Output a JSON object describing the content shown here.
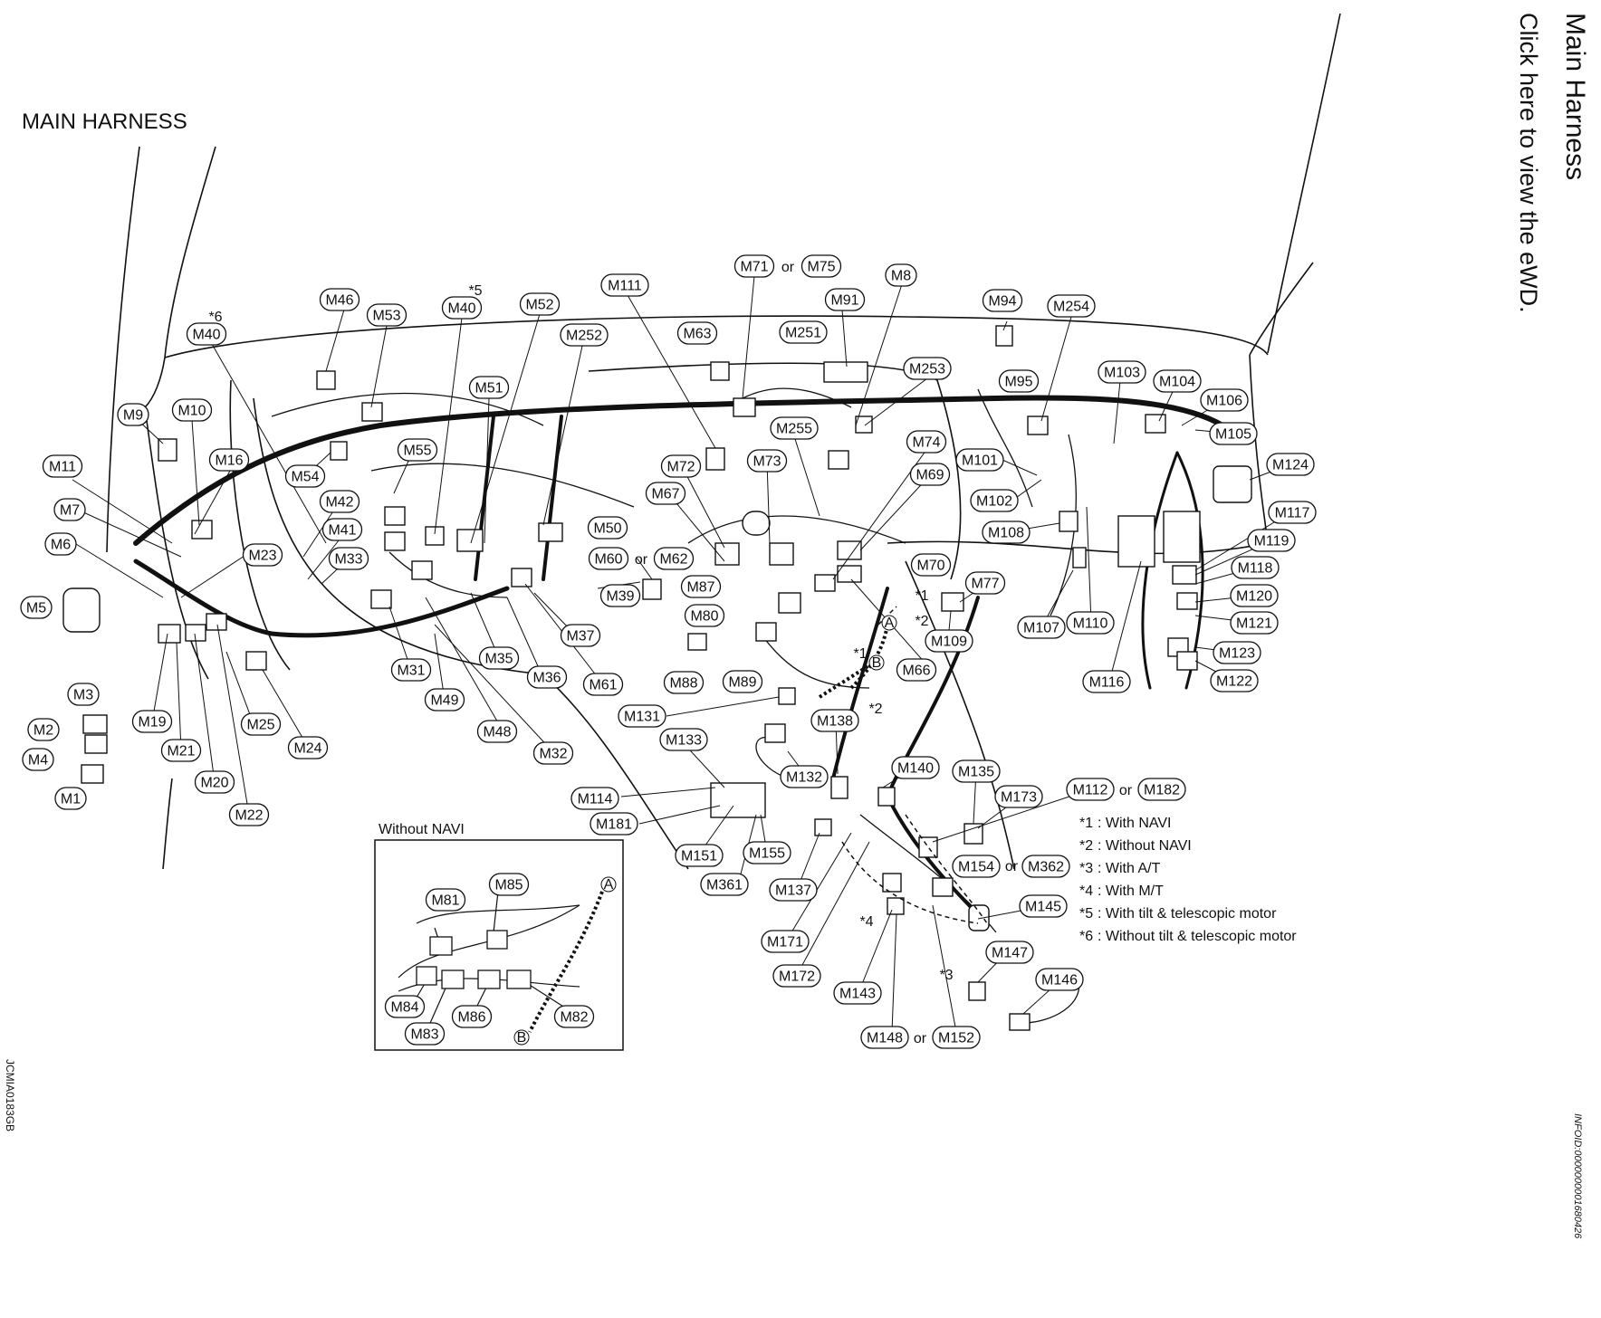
{
  "header": {
    "side_title": "Main Harness",
    "view_link": "Click here to view the eWD.",
    "diagram_title": "MAIN HARNESS",
    "inset_title": "Without NAVI",
    "info_id": "INFOID:0000000001680426",
    "figure_code": "JCMIA0183GB"
  },
  "connectors": [
    "M1",
    "M2",
    "M3",
    "M4",
    "M5",
    "M6",
    "M7",
    "M9",
    "M10",
    "M11",
    "M16",
    "M19",
    "M20",
    "M21",
    "M22",
    "M23",
    "M24",
    "M25",
    "M31",
    "M32",
    "M33",
    "M35",
    "M36",
    "M37",
    "M39",
    "M40",
    "M40",
    "M41",
    "M42",
    "M46",
    "M48",
    "M49",
    "M50",
    "M51",
    "M52",
    "M53",
    "M54",
    "M55",
    "M60",
    "M62",
    "M61",
    "M63",
    "M66",
    "M67",
    "M69",
    "M70",
    "M71",
    "M75",
    "M72",
    "M73",
    "M74",
    "M77",
    "M80",
    "M87",
    "M88",
    "M89",
    "M8",
    "M91",
    "M94",
    "M95",
    "M101",
    "M102",
    "M103",
    "M104",
    "M105",
    "M106",
    "M107",
    "M108",
    "M109",
    "M110",
    "M111",
    "M112",
    "M182",
    "M114",
    "M116",
    "M117",
    "M118",
    "M119",
    "M120",
    "M121",
    "M122",
    "M123",
    "M124",
    "M131",
    "M132",
    "M133",
    "M135",
    "M137",
    "M138",
    "M140",
    "M143",
    "M145",
    "M146",
    "M147",
    "M148",
    "M152",
    "M151",
    "M154",
    "M362",
    "M155",
    "M171",
    "M172",
    "M173",
    "M181",
    "M251",
    "M252",
    "M253",
    "M254",
    "M255",
    "M361",
    "M81",
    "M82",
    "M83",
    "M84",
    "M85",
    "M86"
  ],
  "marks": [
    "*6",
    "*5",
    "*1",
    "*2",
    "*1",
    "*2",
    "*4",
    "*3",
    "A",
    "B",
    "A",
    "B",
    "or"
  ],
  "legend": [
    {
      "mark": "*1",
      "text": ": With NAVI"
    },
    {
      "mark": "*2",
      "text": ": Without NAVI"
    },
    {
      "mark": "*3",
      "text": ": With A/T"
    },
    {
      "mark": "*4",
      "text": ": With M/T"
    },
    {
      "mark": "*5",
      "text": ": With tilt & telescopic motor"
    },
    {
      "mark": "*6",
      "text": ": Without tilt & telescopic motor"
    }
  ]
}
